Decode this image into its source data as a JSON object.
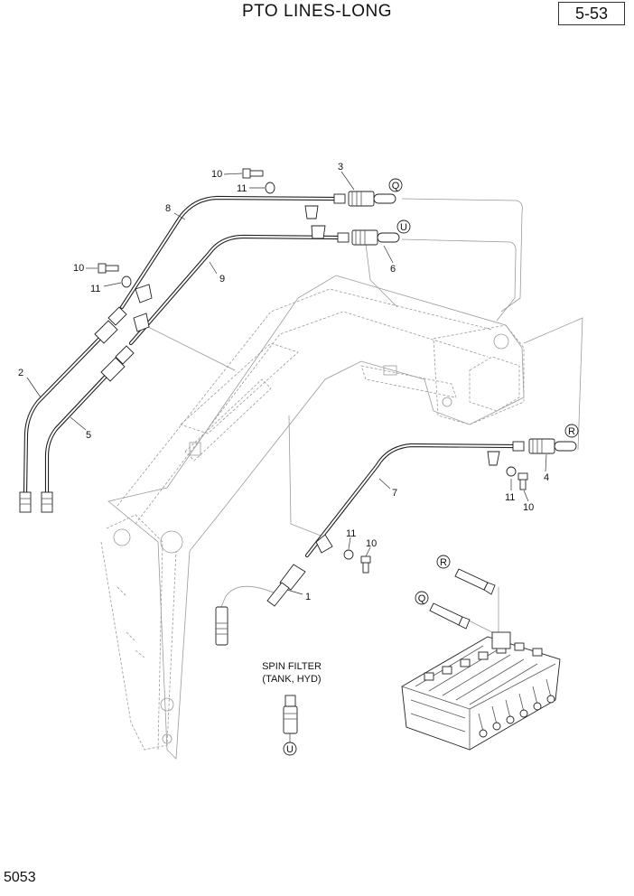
{
  "header": {
    "title": "PTO LINES-LONG",
    "page": "5-53"
  },
  "footer": {
    "code": "5053"
  },
  "callouts": {
    "c1": "1",
    "c2": "2",
    "c3": "3",
    "c4": "4",
    "c5": "5",
    "c6": "6",
    "c7": "7",
    "c8": "8",
    "c9": "9",
    "c10a": "10",
    "c10b": "10",
    "c10c": "10",
    "c10d": "10",
    "c11a": "11",
    "c11b": "11",
    "c11c": "11",
    "c11d": "11"
  },
  "connections": {
    "q_top": "Q",
    "u_top": "U",
    "r_right": "R",
    "r_valve": "R",
    "q_valve": "Q",
    "u_filter": "U"
  },
  "spin_filter": {
    "line1": "SPIN FILTER",
    "line2": "(TANK, HYD)"
  }
}
